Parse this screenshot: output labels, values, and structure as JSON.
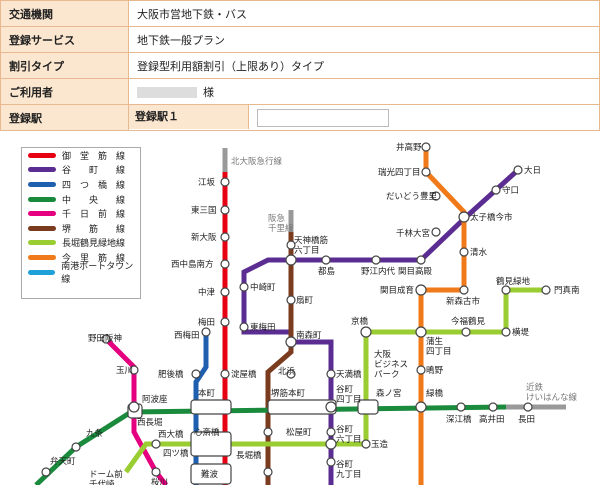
{
  "info": {
    "rows": [
      {
        "label": "交通機関",
        "value": "大阪市営地下鉄・バス"
      },
      {
        "label": "登録サービス",
        "value": "地下鉄一般プラン"
      },
      {
        "label": "割引タイプ",
        "value": "登録型利用額割引（上限あり）タイプ"
      },
      {
        "label": "ご利用者",
        "value_suffix": "様"
      },
      {
        "label": "登録駅",
        "sub_label": "登録駅１",
        "input_value": ""
      }
    ]
  },
  "legend": [
    {
      "name": "御　堂　筋　線",
      "color": "#e60012"
    },
    {
      "name": "谷　　町　　線",
      "color": "#5b2c91"
    },
    {
      "name": "四　つ　橋　線",
      "color": "#1f5fb0"
    },
    {
      "name": "中　　央　　線",
      "color": "#1a8a3c"
    },
    {
      "name": "千　日　前　線",
      "color": "#e4007f"
    },
    {
      "name": "堺　　筋　　線",
      "color": "#7a3b1f"
    },
    {
      "name": "長堀鶴見緑地線",
      "color": "#9acd32"
    },
    {
      "name": "今　里　筋　線",
      "color": "#f07a1a"
    },
    {
      "name": "南港ポートタウン線",
      "color": "#1ea0d8"
    }
  ],
  "map": {
    "stations": {
      "ishibashi_kita": "北大阪急行線",
      "esaka": "江坂",
      "higashimikuni": "東三国",
      "shinosaka": "新大阪",
      "nishinakajima": "西中島南方",
      "nakatsu": "中津",
      "umeda": "梅田",
      "nishiumeda": "西梅田",
      "yodoyabashi": "淀屋橋",
      "honmachi": "本町",
      "shinsaibashi": "心斎橋",
      "namba": "難波",
      "hankyu_senri": "阪急\n千里線",
      "tenjinbashi": "天神橋筋\n六丁目",
      "ogimachi": "扇町",
      "nakazakicho": "中崎町",
      "higashiumeda": "東梅田",
      "minamimorimachi": "南森町",
      "tenmabashi": "天満橋",
      "tanimachi4": "谷町\n四丁目",
      "tanimachi6": "谷町\n六丁目",
      "tanimachi9": "谷町\n九丁目",
      "kitahama": "北浜",
      "sakaisuji_honmachi": "堺筋本町",
      "nagahoribashi": "長堀橋",
      "matsuyamachi": "松屋町",
      "miyakojima": "都島",
      "noe_uchindai": "野江内代",
      "sekime_takadono": "関目高殿",
      "sekime_seiiku": "関目成育",
      "shinmori_furuichi": "新森古市",
      "shimizu": "清水",
      "taishibashi": "太子橋今市",
      "senbayashi": "千林大宮",
      "dainichi": "大日",
      "moriguchi": "守口",
      "imafuku_tsurumi": "今福鶴見",
      "yokozutsumi": "横堤",
      "tsurumi_ryokuchi": "鶴見緑地",
      "kadoma": "門真南",
      "gamo4": "蒲生\n四丁目",
      "kyobashi": "京橋",
      "obp": "大阪\nビジネス\nパーク",
      "shigino": "鴫野",
      "morinomiya": "森ノ宮",
      "tamatsukuri": "玉造",
      "midoribashi": "緑橋",
      "fukaebashi": "深江橋",
      "takaida": "高井田",
      "nagata": "長田",
      "kintetsu": "近鉄\nけいはんな線",
      "itakano": "井高野",
      "zuiko": "瑞光四丁目",
      "daido_toyosato": "だいどう豊里",
      "noda_hanshin": "野田阪神",
      "tamagawa": "玉川",
      "higobashi": "肥後橋",
      "awaza": "阿波座",
      "kujo": "九条",
      "nishinagahori": "西長堀",
      "yotsubashi": "四ツ橋",
      "nishiohashi": "西大橋",
      "bentencho": "弁天町",
      "domae": "ドーム前\n千代崎",
      "sakuragawa": "桜川"
    }
  }
}
